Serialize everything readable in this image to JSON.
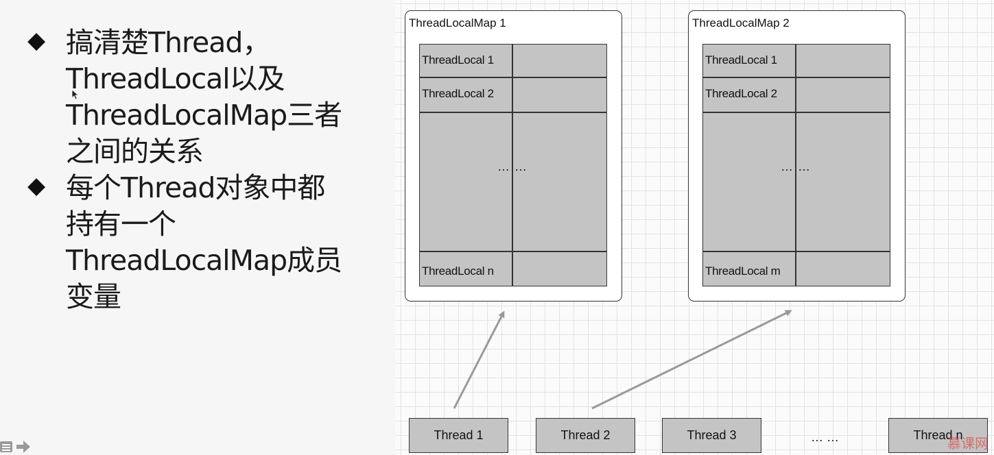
{
  "bullets": [
    {
      "marker": "◆",
      "text": "搞清楚Thread，\nThreadLocal以及\nThreadLocalMap三者\n之间的关系"
    },
    {
      "marker": "◆",
      "text": "每个Thread对象中都\n持有一个\nThreadLocalMap成员\n变量"
    }
  ],
  "maps": [
    {
      "title": "ThreadLocalMap 1",
      "entries": [
        "ThreadLocal 1",
        "ThreadLocal 2",
        "ThreadLocal n"
      ],
      "ellipsis": "… …"
    },
    {
      "title": "ThreadLocalMap 2",
      "entries": [
        "ThreadLocal 1",
        "ThreadLocal 2",
        "ThreadLocal m"
      ],
      "ellipsis": "… …"
    }
  ],
  "threads": [
    "Thread 1",
    "Thread 2",
    "Thread 3",
    "Thread n"
  ],
  "threads_ellipsis": "… …",
  "watermark": "慕课网",
  "colors": {
    "cell_fill": "#c4c4c4",
    "arrow": "#999999",
    "grid": "#e2e2e2",
    "watermark": "#d9534f"
  },
  "icons": [
    "slide-menu-icon",
    "next-arrow-icon",
    "mouse-cursor-icon"
  ]
}
